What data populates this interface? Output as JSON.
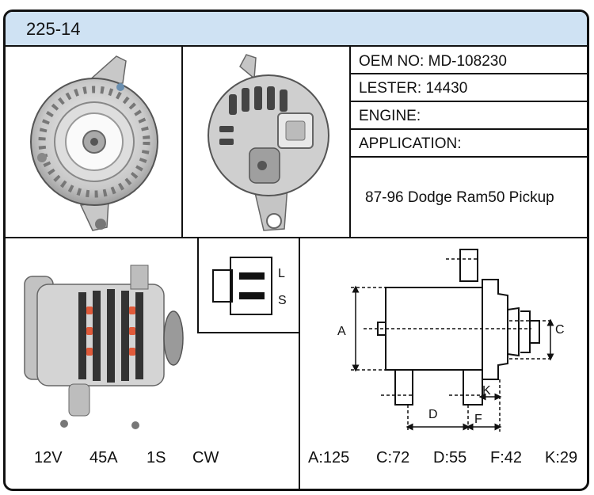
{
  "header": {
    "part_number": "225-14"
  },
  "info": {
    "oem": "OEM NO: MD-108230",
    "lester": "LESTER: 14430",
    "engine": "ENGINE:",
    "application_label": "APPLICATION:",
    "application_value": "87-96 Dodge Ram50 Pickup"
  },
  "plug": {
    "label_l": "L",
    "label_s": "S"
  },
  "dimension_letters": {
    "a": "A",
    "c": "C",
    "d": "D",
    "f": "F",
    "k": "K"
  },
  "electrical": {
    "voltage": "12V",
    "amperage": "45A",
    "plug": "1S",
    "rotation": "CW"
  },
  "dimensions": {
    "a": "A:125",
    "c": "C:72",
    "d": "D:55",
    "f": "F:42",
    "k": "K:29"
  }
}
